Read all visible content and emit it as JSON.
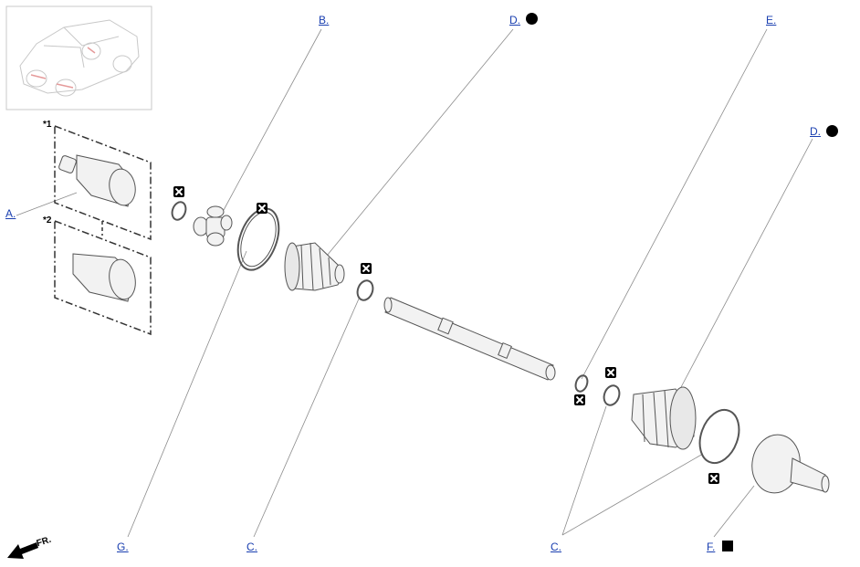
{
  "callouts": {
    "A": "A.",
    "B": "B.",
    "C": "C.",
    "D": "D.",
    "E": "E.",
    "F": "F.",
    "G": "G."
  },
  "variant_marks": {
    "v1": "*1",
    "v2": "*2"
  },
  "front_label": "FR.",
  "symbols": {
    "non_reusable": "x-box-icon",
    "grease_black_dot": "filled-circle-icon",
    "grease_black_square": "filled-square-icon"
  },
  "colors": {
    "link": "#1a3fb0",
    "line": "#8c8c8c",
    "part_fill": "#f2f2f2",
    "part_stroke": "#555555"
  }
}
